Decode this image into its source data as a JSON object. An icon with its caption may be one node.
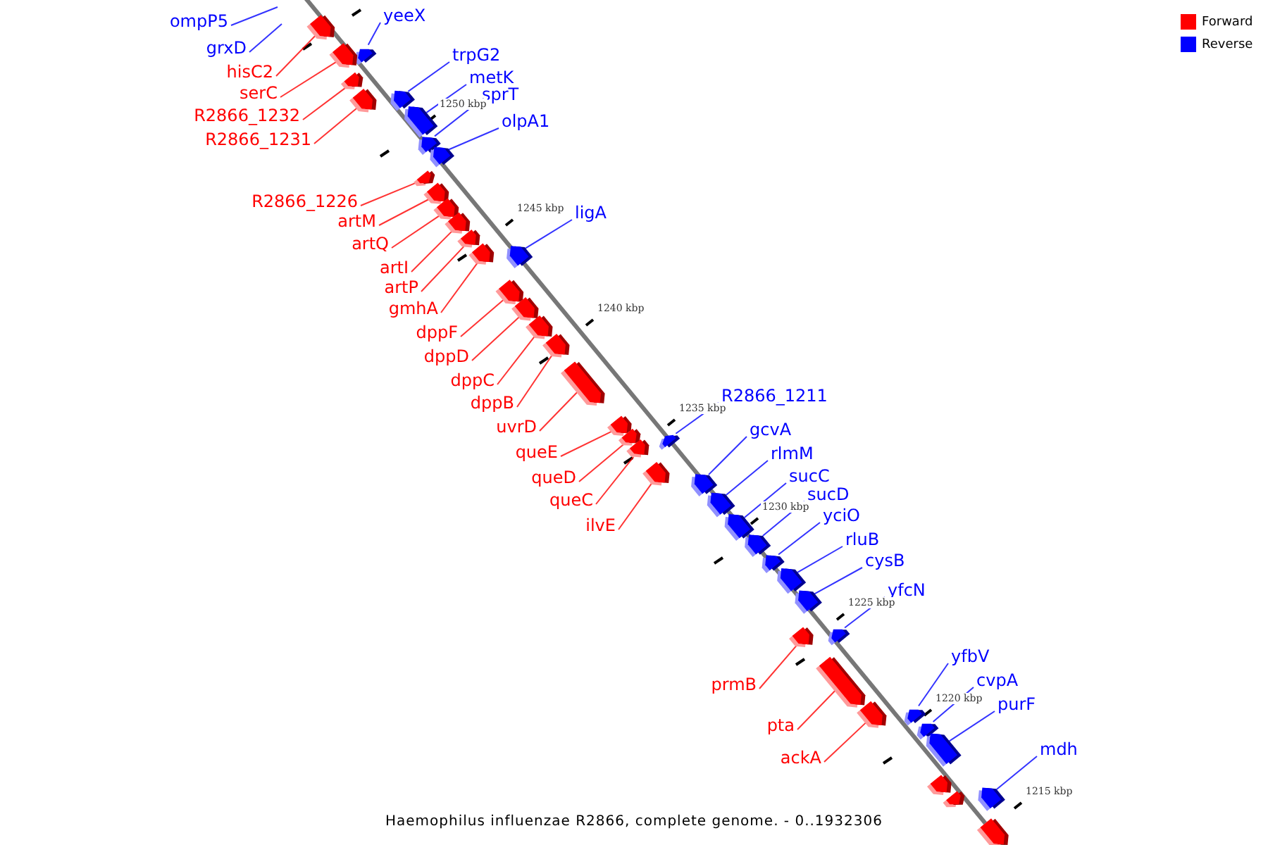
{
  "diagram": {
    "caption": "Haemophilus influenzae R2866, complete genome. - 0..1932306",
    "nodes": [
      {
        "text": [
          "yeeX"
        ]
      },
      {
        "text": [
          "ompP5"
        ]
      },
      {
        "text": [
          "grxD"
        ]
      },
      {
        "text": [
          "trpG2"
        ]
      },
      {
        "text": [
          "hisC2"
        ]
      },
      {
        "text": [
          "metK"
        ]
      },
      {
        "text": [
          "serC"
        ]
      },
      {
        "text": [
          "sprT"
        ]
      },
      {
        "text": [
          "R2866_1232"
        ]
      },
      {
        "text": [
          "olpA1"
        ]
      },
      {
        "text": [
          "R2866_1231"
        ]
      },
      {
        "text": [
          "R2866_1226"
        ]
      },
      {
        "text": [
          "ligA"
        ]
      },
      {
        "text": [
          "artM"
        ]
      },
      {
        "text": [
          "artQ"
        ]
      },
      {
        "text": [
          "artI"
        ]
      },
      {
        "text": [
          "artP"
        ]
      },
      {
        "text": [
          "gmhA"
        ]
      },
      {
        "text": [
          "dppF"
        ]
      },
      {
        "text": [
          "dppD"
        ]
      },
      {
        "text": [
          "dppC"
        ]
      },
      {
        "text": [
          "R2866_1211"
        ]
      },
      {
        "text": [
          "dppB"
        ]
      },
      {
        "text": [
          "uvrD"
        ]
      },
      {
        "text": [
          "gcvA"
        ]
      },
      {
        "text": [
          "queE"
        ]
      },
      {
        "text": [
          "rlmM"
        ]
      },
      {
        "text": [
          "sucC"
        ]
      },
      {
        "text": [
          "queD"
        ]
      },
      {
        "text": [
          "sucD"
        ]
      },
      {
        "text": [
          "queC"
        ]
      },
      {
        "text": [
          "yciO"
        ]
      },
      {
        "text": [
          "ilvE"
        ]
      },
      {
        "text": [
          "rluB"
        ]
      },
      {
        "text": [
          "cysB"
        ]
      },
      {
        "text": [
          "yfcN"
        ]
      },
      {
        "text": [
          "yfbV"
        ]
      },
      {
        "text": [
          "cvpA"
        ]
      },
      {
        "text": [
          "prmB"
        ]
      },
      {
        "text": [
          "purF"
        ]
      },
      {
        "text": [
          "pta"
        ]
      },
      {
        "text": [
          "mdh"
        ]
      },
      {
        "text": [
          "ackA"
        ]
      },
      {
        "text": [],
        "shape": "arrow"
      },
      {
        "text": [],
        "shape": "arrow"
      },
      {
        "text": [],
        "shape": "arrow"
      },
      {
        "text": [],
        "shape": "arrow"
      },
      {
        "text": [],
        "shape": "arrow"
      },
      {
        "text": [],
        "shape": "arrow"
      },
      {
        "text": [],
        "shape": "arrow"
      },
      {
        "text": [],
        "shape": "arrow"
      },
      {
        "text": [],
        "shape": "arrow"
      },
      {
        "text": [],
        "shape": "arrow"
      },
      {
        "text": [],
        "shape": "arrow"
      },
      {
        "text": [],
        "shape": "arrow"
      },
      {
        "text": [],
        "shape": "arrow"
      },
      {
        "text": [],
        "shape": "arrow"
      },
      {
        "text": [],
        "shape": "arrow"
      },
      {
        "text": [],
        "shape": "arrow"
      },
      {
        "text": [],
        "shape": "arrow"
      },
      {
        "text": [],
        "shape": "arrow"
      },
      {
        "text": [],
        "shape": "arrow"
      },
      {
        "text": [],
        "shape": "arrow"
      },
      {
        "text": [],
        "shape": "arrow"
      },
      {
        "text": [],
        "shape": "arrow"
      },
      {
        "text": [],
        "shape": "arrow"
      },
      {
        "text": [],
        "shape": "arrow"
      },
      {
        "text": [],
        "shape": "arrow"
      },
      {
        "text": [],
        "shape": "arrow"
      },
      {
        "text": [],
        "shape": "arrow"
      },
      {
        "text": [],
        "shape": "arrow"
      },
      {
        "text": [],
        "shape": "arrow"
      },
      {
        "text": [],
        "shape": "arrow"
      },
      {
        "text": [],
        "shape": "arrow"
      },
      {
        "text": [],
        "shape": "arrow"
      },
      {
        "text": [],
        "shape": "arrow"
      },
      {
        "text": [],
        "shape": "arrow"
      },
      {
        "text": [],
        "shape": "arrow"
      },
      {
        "text": [],
        "shape": "arrow"
      },
      {
        "text": [],
        "shape": "arrow"
      },
      {
        "text": [],
        "shape": "arrow"
      },
      {
        "text": [],
        "shape": "arrow"
      },
      {
        "text": [],
        "shape": "arrow"
      },
      {
        "text": [],
        "shape": "arrow"
      },
      {
        "text": [],
        "shape": "arrow"
      },
      {
        "text": [],
        "shape": "arrow"
      },
      {
        "text": [],
        "shape": "arrow"
      }
    ],
    "edges": [
      {
        "from": 0,
        "to": 44,
        "arrow": "none",
        "color": "#0000ff"
      },
      {
        "from": 1,
        "to": null,
        "arrow": "none",
        "color": "#0000ff"
      },
      {
        "from": 2,
        "to": null,
        "arrow": "none",
        "color": "#0000ff"
      },
      {
        "from": 3,
        "to": 47,
        "arrow": "none",
        "color": "#0000ff"
      },
      {
        "from": 4,
        "to": 43,
        "arrow": "none"
      },
      {
        "from": 5,
        "to": 49,
        "arrow": "none",
        "color": "#0000ff"
      },
      {
        "from": 6,
        "to": 45,
        "arrow": "none"
      },
      {
        "from": 7,
        "to": 50,
        "arrow": "none",
        "color": "#0000ff"
      },
      {
        "from": 8,
        "to": 46,
        "arrow": "none"
      },
      {
        "from": 9,
        "to": 51,
        "arrow": "none",
        "color": "#0000ff"
      },
      {
        "from": 10,
        "to": 48,
        "arrow": "none"
      },
      {
        "from": 11,
        "to": 52,
        "arrow": "none"
      },
      {
        "from": 12,
        "to": 57,
        "arrow": "none",
        "color": "#0000ff"
      },
      {
        "from": 13,
        "to": 53,
        "arrow": "none"
      },
      {
        "from": 14,
        "to": 54,
        "arrow": "none"
      },
      {
        "from": 15,
        "to": 55,
        "arrow": "none"
      },
      {
        "from": 16,
        "to": 56,
        "arrow": "none"
      },
      {
        "from": 17,
        "to": 58,
        "arrow": "none"
      },
      {
        "from": 18,
        "to": 59,
        "arrow": "none"
      },
      {
        "from": 19,
        "to": 60,
        "arrow": "none"
      },
      {
        "from": 20,
        "to": 61,
        "arrow": "none"
      },
      {
        "from": 21,
        "to": 66,
        "arrow": "none",
        "color": "#0000ff"
      },
      {
        "from": 22,
        "to": 62,
        "arrow": "none"
      },
      {
        "from": 23,
        "to": 63,
        "arrow": "none"
      },
      {
        "from": 24,
        "to": 69,
        "arrow": "none",
        "color": "#0000ff"
      },
      {
        "from": 25,
        "to": 64,
        "arrow": "none"
      },
      {
        "from": 26,
        "to": 70,
        "arrow": "none",
        "color": "#0000ff"
      },
      {
        "from": 27,
        "to": 71,
        "arrow": "none",
        "color": "#0000ff"
      },
      {
        "from": 28,
        "to": 65,
        "arrow": "none"
      },
      {
        "from": 29,
        "to": 72,
        "arrow": "none",
        "color": "#0000ff"
      },
      {
        "from": 30,
        "to": 67,
        "arrow": "none"
      },
      {
        "from": 31,
        "to": 73,
        "arrow": "none",
        "color": "#0000ff"
      },
      {
        "from": 32,
        "to": 68,
        "arrow": "none"
      },
      {
        "from": 33,
        "to": 74,
        "arrow": "none",
        "color": "#0000ff"
      },
      {
        "from": 34,
        "to": 75,
        "arrow": "none",
        "color": "#0000ff"
      },
      {
        "from": 35,
        "to": 76,
        "arrow": "none",
        "color": "#0000ff"
      },
      {
        "from": 36,
        "to": 79,
        "arrow": "none",
        "color": "#0000ff"
      },
      {
        "from": 37,
        "to": 81,
        "arrow": "none",
        "color": "#0000ff"
      },
      {
        "from": 38,
        "to": 77,
        "arrow": "none"
      },
      {
        "from": 39,
        "to": 82,
        "arrow": "none",
        "color": "#0000ff"
      },
      {
        "from": 40,
        "to": 78,
        "arrow": "none"
      },
      {
        "from": 41,
        "to": 84,
        "arrow": "none",
        "color": "#0000ff"
      },
      {
        "from": 42,
        "to": 80,
        "arrow": "none"
      }
    ],
    "labels": [
      "1250 kbp",
      "1245 kbp",
      "1240 kbp",
      "1235 kbp",
      "1230 kbp",
      "1225 kbp",
      "1220 kbp",
      "1215 kbp"
    ],
    "legend": [
      {
        "text": "Forward",
        "color": "#ff0000"
      },
      {
        "text": "Reverse",
        "color": "#0000ff"
      }
    ]
  }
}
